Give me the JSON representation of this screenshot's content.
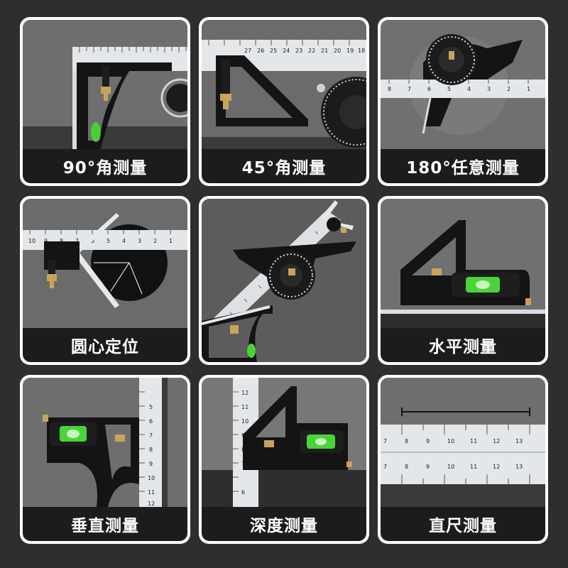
{
  "tiles": [
    {
      "caption": "90°角测量"
    },
    {
      "caption": "45°角测量"
    },
    {
      "caption": "180°任意测量"
    },
    {
      "caption": "圆心定位"
    },
    {
      "caption": ""
    },
    {
      "caption": "水平测量"
    },
    {
      "caption": "垂直测量"
    },
    {
      "caption": "深度测量"
    },
    {
      "caption": "直尺测量"
    }
  ],
  "ruler_labels": {
    "tile2": [
      "27",
      "26",
      "25",
      "24",
      "23",
      "22",
      "21",
      "20",
      "19",
      "18"
    ],
    "tile3": [
      "8",
      "7",
      "6",
      "5",
      "4",
      "3",
      "2",
      "1"
    ],
    "tile4": [
      "10",
      "9",
      "8",
      "7",
      "6",
      "5",
      "4",
      "3",
      "2",
      "1"
    ],
    "tile7": [
      "5",
      "6",
      "7",
      "8",
      "9",
      "10",
      "11",
      "12"
    ],
    "tile8": [
      "12",
      "11",
      "10",
      "9",
      "8",
      "7",
      "6"
    ],
    "tile9_top": [
      "7",
      "8",
      "9",
      "10",
      "11",
      "12",
      "13"
    ],
    "tile9_bottom": [
      "7",
      "8",
      "9",
      "10",
      "11",
      "12",
      "13"
    ]
  },
  "colors": {
    "page_background": "#2e2e2e",
    "caption_background": "#1c1c1c",
    "tile_border": "#ffffff",
    "ruler_steel": "#d8dde2",
    "tool_body": "#141414",
    "bubble_green": "#4bd43a",
    "brass": "#c9a35a"
  }
}
